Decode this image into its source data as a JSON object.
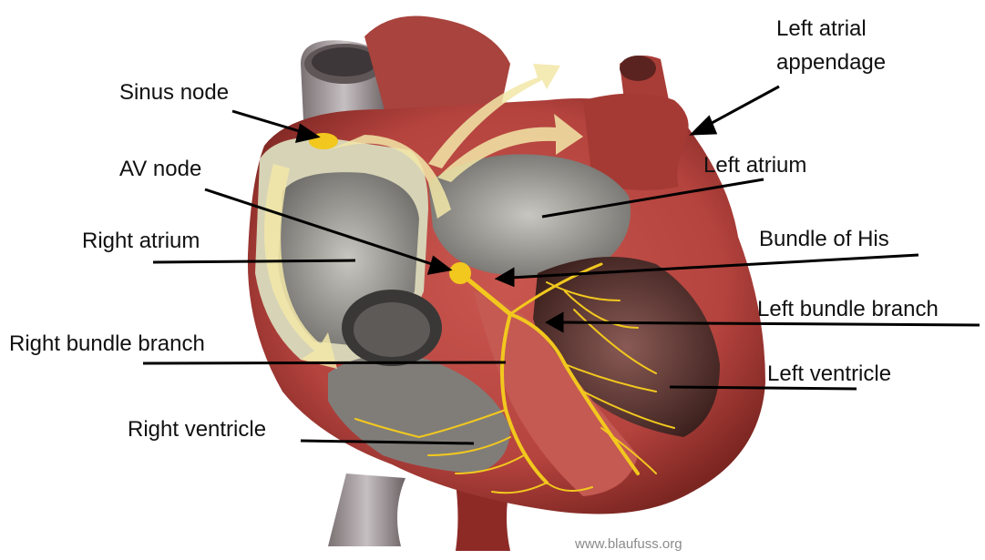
{
  "labels": {
    "left_atrial_appendage_line1": "Left atrial",
    "left_atrial_appendage_line2": "appendage",
    "sinus_node": "Sinus node",
    "av_node": "AV node",
    "left_atrium": "Left atrium",
    "right_atrium": "Right atrium",
    "bundle_of_his": "Bundle of His",
    "left_bundle_branch": "Left bundle branch",
    "right_bundle_branch": "Right bundle branch",
    "left_ventricle": "Left ventricle",
    "right_ventricle": "Right ventricle"
  },
  "watermark": "www.blaufuss.org",
  "colors": {
    "conduction": "#f2c81e",
    "impulse_arrow": "#f3e7a8",
    "myocardium": "#b5433e",
    "myocardium_dark": "#7c2622",
    "chamber_interior": "#9a9a96",
    "vessel": "#a39a9c",
    "pointer": "#000000"
  }
}
